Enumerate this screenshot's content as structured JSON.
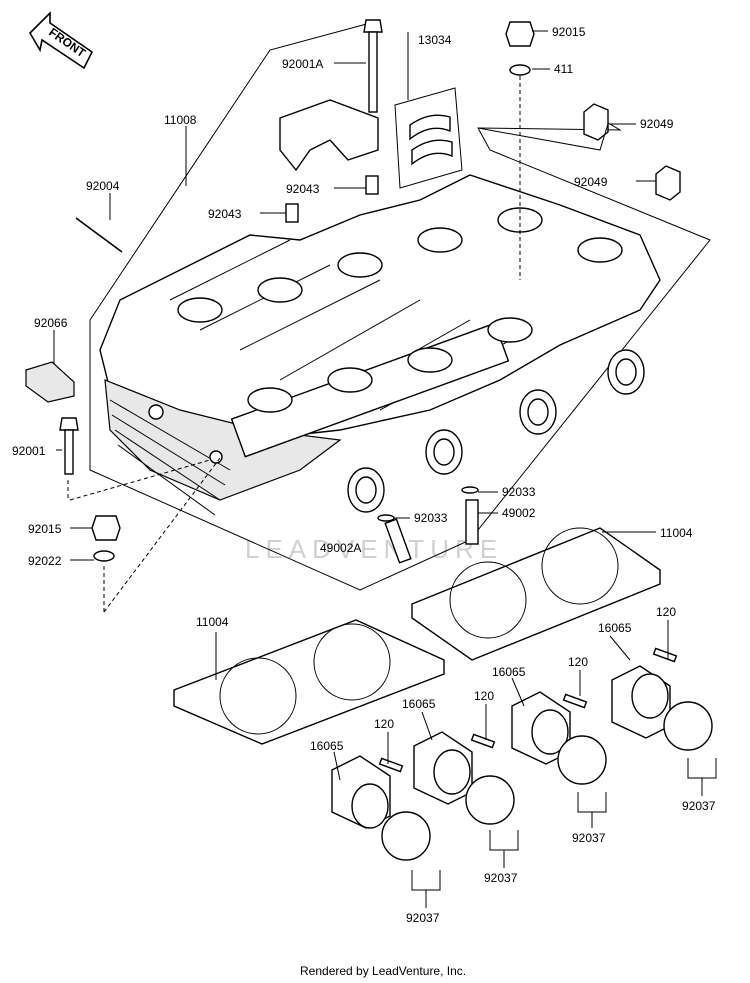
{
  "front_arrow": "FRONT",
  "watermark": "LEADVENTURE",
  "footer": "Rendered by LeadVenture, Inc.",
  "labels": {
    "l13034": "13034",
    "l92015a": "92015",
    "l411": "411",
    "l92001A": "92001A",
    "l11008": "11008",
    "l92049a": "92049",
    "l92049b": "92049",
    "l92004": "92004",
    "l92043a": "92043",
    "l92043b": "92043",
    "l92066": "92066",
    "l92001": "92001",
    "l92033a": "92033",
    "l49002": "49002",
    "l92033b": "92033",
    "l49002A": "49002A",
    "l11004a": "11004",
    "l92015b": "92015",
    "l92022": "92022",
    "l11004b": "11004",
    "l120a": "120",
    "l16065a": "16065",
    "l120b": "120",
    "l16065b": "16065",
    "l120c": "120",
    "l16065c": "16065",
    "l120d": "120",
    "l16065d": "16065",
    "l92037a": "92037",
    "l92037b": "92037",
    "l92037c": "92037",
    "l92037d": "92037"
  }
}
